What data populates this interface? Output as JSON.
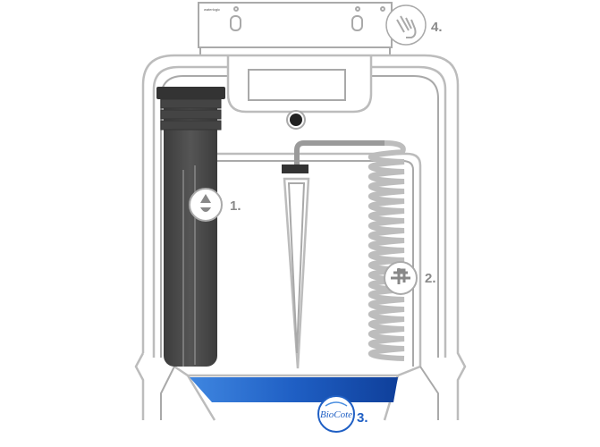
{
  "brand_logo": "waterlogic",
  "callouts": [
    {
      "number": "1.",
      "icon": "water-drop-icon"
    },
    {
      "number": "2.",
      "icon": "tap-icon"
    },
    {
      "number": "3.",
      "icon": "biocote-logo"
    },
    {
      "number": "4.",
      "icon": "hands-icon"
    }
  ],
  "biocote_text": "BioCote",
  "colors": {
    "tray_blue": "#1f5fc4",
    "filter_gray": "#4a4a4a",
    "outline": "#bcbcbc",
    "label": "#8a8a8a"
  }
}
